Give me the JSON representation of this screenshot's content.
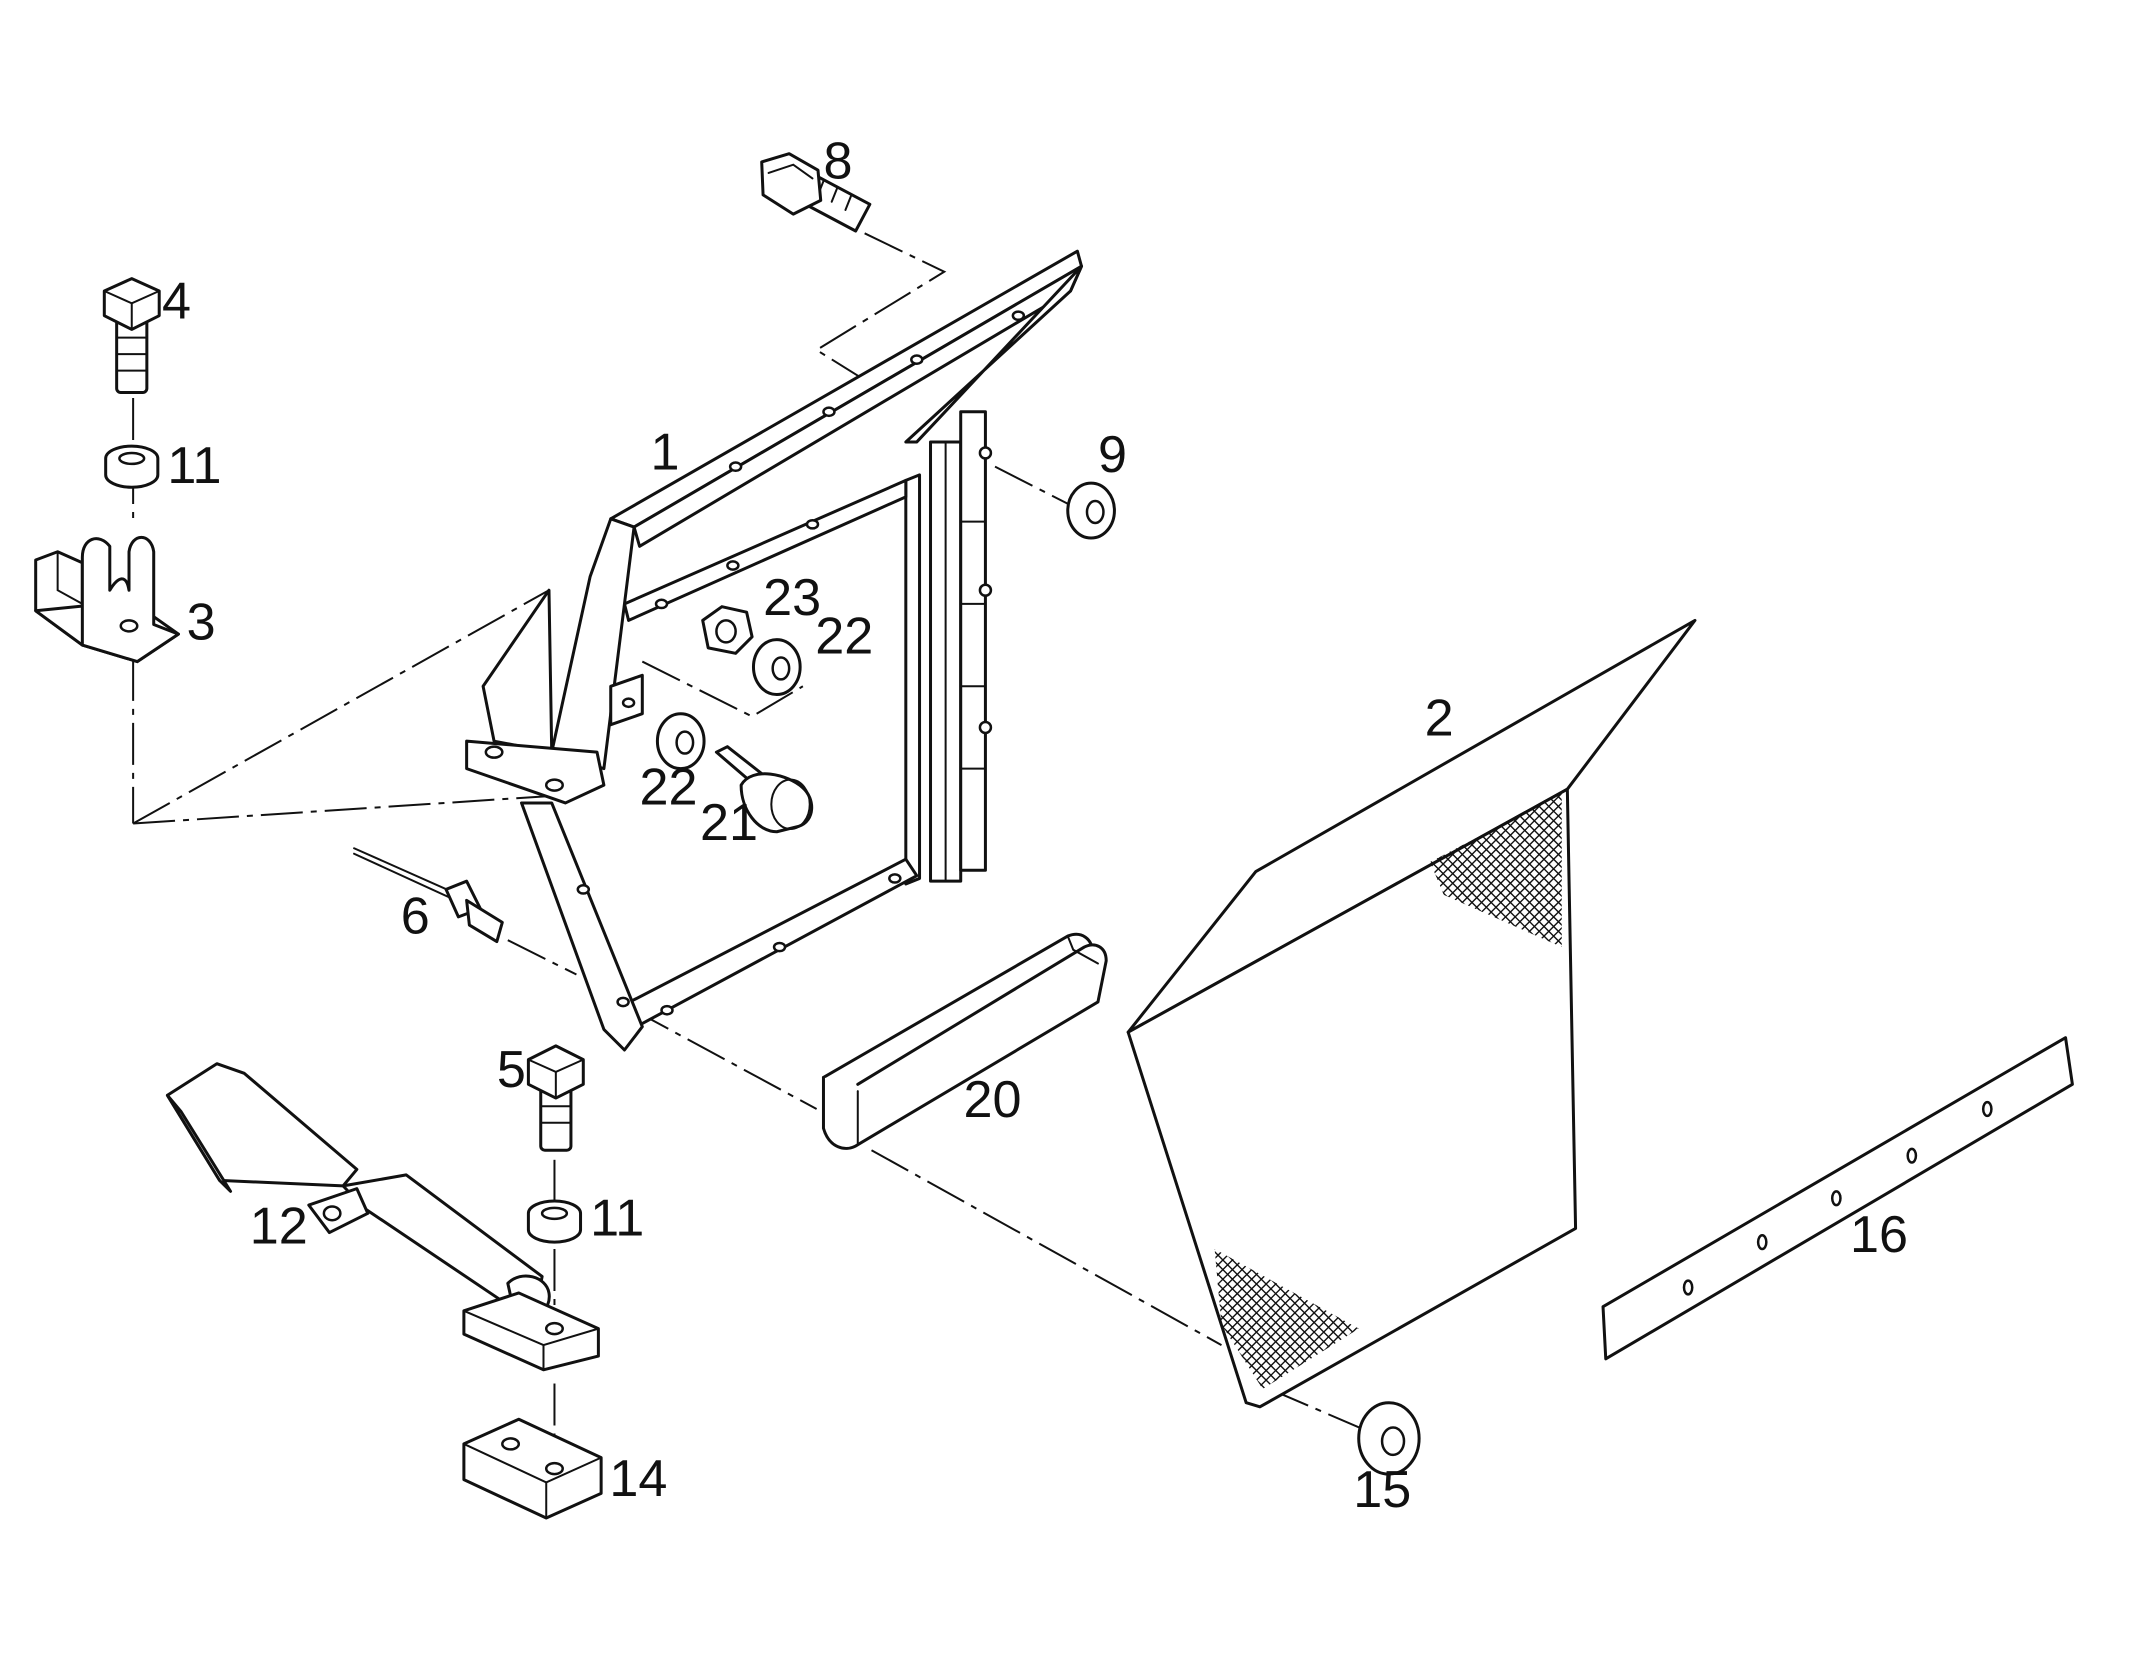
{
  "callouts": {
    "c1": "1",
    "c2": "2",
    "c3": "3",
    "c4": "4",
    "c5": "5",
    "c6": "6",
    "c8": "8",
    "c9": "9",
    "c11a": "11",
    "c11b": "11",
    "c12": "12",
    "c14": "14",
    "c15": "15",
    "c16": "16",
    "c20": "20",
    "c21": "21",
    "c22a": "22",
    "c22b": "22",
    "c23": "23"
  },
  "colors": {
    "ink": "#111111",
    "paper": "#ffffff"
  }
}
